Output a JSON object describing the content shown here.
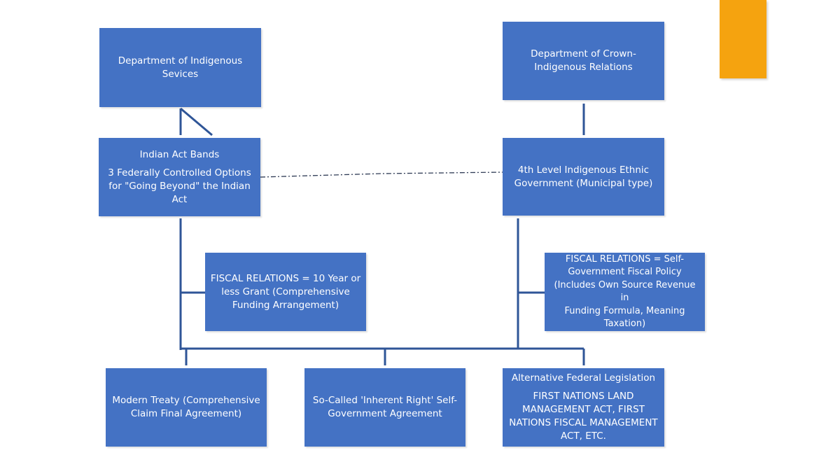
{
  "colors": {
    "box_fill": "#4472C4",
    "box_text": "#FFFFFF",
    "connector": "#2F5597",
    "accent": "#F5A30F"
  },
  "boxes": {
    "dis": {
      "lines": [
        "Department  of Indigenous",
        "Sevices"
      ]
    },
    "cirnac": {
      "lines": [
        "Department of Crown-",
        "Indigenous Relations"
      ]
    },
    "indian_act": {
      "title": "Indian Act Bands",
      "body": [
        "3 Federally Controlled Options",
        "for \"Going Beyond\" the Indian",
        "Act"
      ]
    },
    "fourth_level": {
      "lines": [
        "4th Level Indigenous Ethnic",
        "Government (Municipal type)"
      ]
    },
    "fiscal_left": {
      "lines": [
        "FISCAL RELATIONS = 10 Year or",
        "less Grant (Comprehensive",
        "Funding Arrangement)"
      ]
    },
    "fiscal_right": {
      "lines": [
        "FISCAL RELATIONS = Self-",
        "Government Fiscal Policy",
        "(Includes Own Source Revenue in",
        "Funding Formula, Meaning",
        "Taxation)"
      ]
    },
    "modern_treaty": {
      "lines": [
        "Modern Treaty (Comprehensive",
        "Claim Final Agreement)"
      ]
    },
    "inherent_right": {
      "lines": [
        "So-Called 'Inherent Right' Self-",
        "Government Agreement"
      ]
    },
    "alt_legislation": {
      "title": "Alternative Federal Legislation",
      "body": [
        "FIRST NATIONS LAND",
        "MANAGEMENT ACT, FIRST",
        "NATIONS FISCAL MANAGEMENT",
        "ACT, ETC."
      ]
    }
  }
}
